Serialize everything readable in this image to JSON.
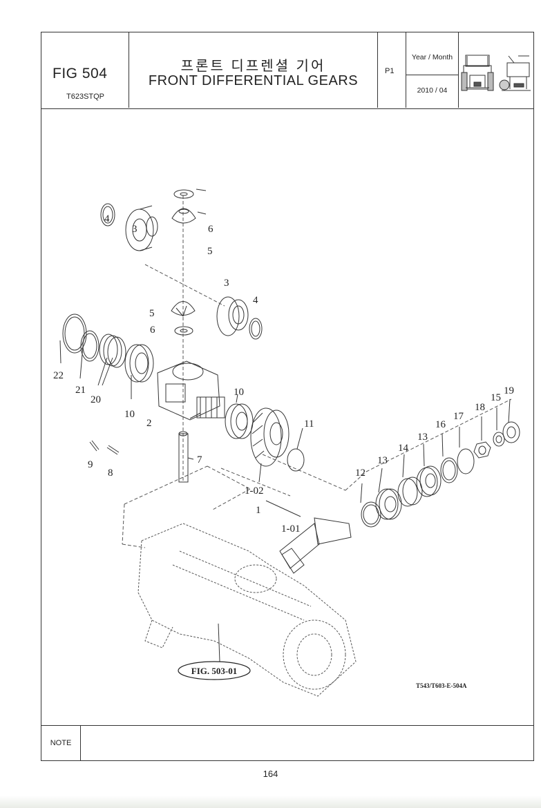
{
  "header": {
    "fig": "FIG 504",
    "model": "T623STQP",
    "title_ko": "프론트 디프렌셜 기어",
    "title_en": "FRONT DIFFERENTIAL GEARS",
    "page_code": "P1",
    "year_month_label": "Year / Month",
    "year_month_value": "2010 / 04",
    "thumbnail_icon": "tractor-icon"
  },
  "drawing": {
    "callouts": {
      "c4a": "4",
      "c3a": "3",
      "c6a": "6",
      "c5a": "5",
      "c3b": "3",
      "c4b": "4",
      "c5b": "5",
      "c6b": "6",
      "c22": "22",
      "c21": "21",
      "c20": "20",
      "c10a": "10",
      "c2": "2",
      "c10b": "10",
      "c11": "11",
      "c9": "9",
      "c8": "8",
      "c7": "7",
      "c102": "1-02",
      "c1": "1",
      "c101": "1-01",
      "c12": "12",
      "c13a": "13",
      "c14": "14",
      "c13b": "13",
      "c16": "16",
      "c17": "17",
      "c18": "18",
      "c15": "15",
      "c19": "19"
    },
    "ref_fig": "FIG. 503-01",
    "drawing_code": "T543/T603-E-504A"
  },
  "note": {
    "label": "NOTE",
    "text": ""
  },
  "page_number": "164"
}
